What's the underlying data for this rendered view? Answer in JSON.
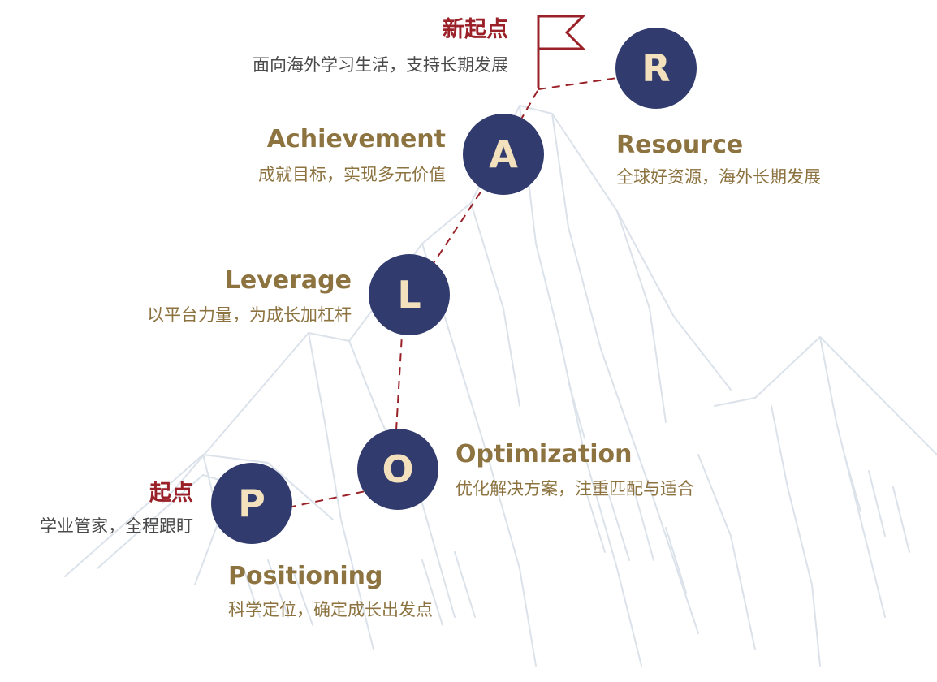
{
  "start": {
    "label": "起点",
    "desc": "学业管家，全程跟盯"
  },
  "new_start": {
    "label": "新起点",
    "desc": "面向海外学习生活，支持长期发展"
  },
  "nodes": [
    {
      "letter": "P",
      "title": "Positioning",
      "desc": "科学定位，确定成长出发点"
    },
    {
      "letter": "O",
      "title": "Optimization",
      "desc": "优化解决方案，注重匹配与适合"
    },
    {
      "letter": "L",
      "title": "Leverage",
      "desc": "以平台力量，为成长加杠杆"
    },
    {
      "letter": "A",
      "title": "Achievement",
      "desc": "成就目标，实现多元价值"
    },
    {
      "letter": "R",
      "title": "Resource",
      "desc": "全球好资源，海外长期发展"
    }
  ],
  "colors": {
    "node_fill": "#323b6e",
    "node_letter": "#f3e1bd",
    "gold_text": "#8c7340",
    "red_accent": "#9a2128",
    "mountain_sketch": "#dbe2ea"
  }
}
